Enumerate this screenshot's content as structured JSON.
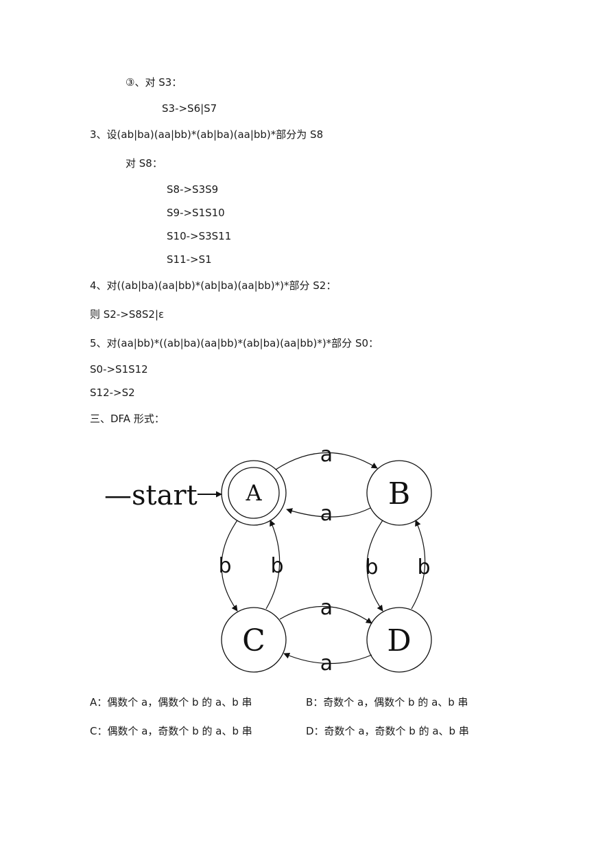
{
  "lines": [
    "③、对 S3：",
    "S3->S6|S7",
    "3、设(ab|ba)(aa|bb)*(ab|ba)(aa|bb)*部分为 S8",
    "对 S8：",
    "S8->S3S9",
    "S9->S1S10",
    "S10->S3S11",
    "S11->S1",
    "4、对((ab|ba)(aa|bb)*(ab|ba)(aa|bb)*)*部分 S2：",
    "则 S2->S8S2|ε",
    "5、对(aa|bb)*((ab|ba)(aa|bb)*(ab|ba)(aa|bb)*)*部分 S0：",
    "S0->S1S12",
    "S12->S2",
    "三、DFA 形式："
  ],
  "diagram": {
    "start_label": "—start",
    "states": [
      "A",
      "B",
      "C",
      "D"
    ],
    "edge_labels": {
      "a_to_b": "a",
      "b_to_a": "a",
      "a_to_c": "b",
      "c_to_a": "b",
      "b_to_d": "b",
      "d_to_b": "b",
      "c_to_d": "a",
      "d_to_c": "a"
    }
  },
  "legend": [
    "A：偶数个 a，偶数个 b 的 a、b 串",
    "B：奇数个 a，偶数个 b 的 a、b 串",
    "C：偶数个 a，奇数个 b 的 a、b 串",
    "D：奇数个 a，奇数个 b 的 a、b 串"
  ]
}
